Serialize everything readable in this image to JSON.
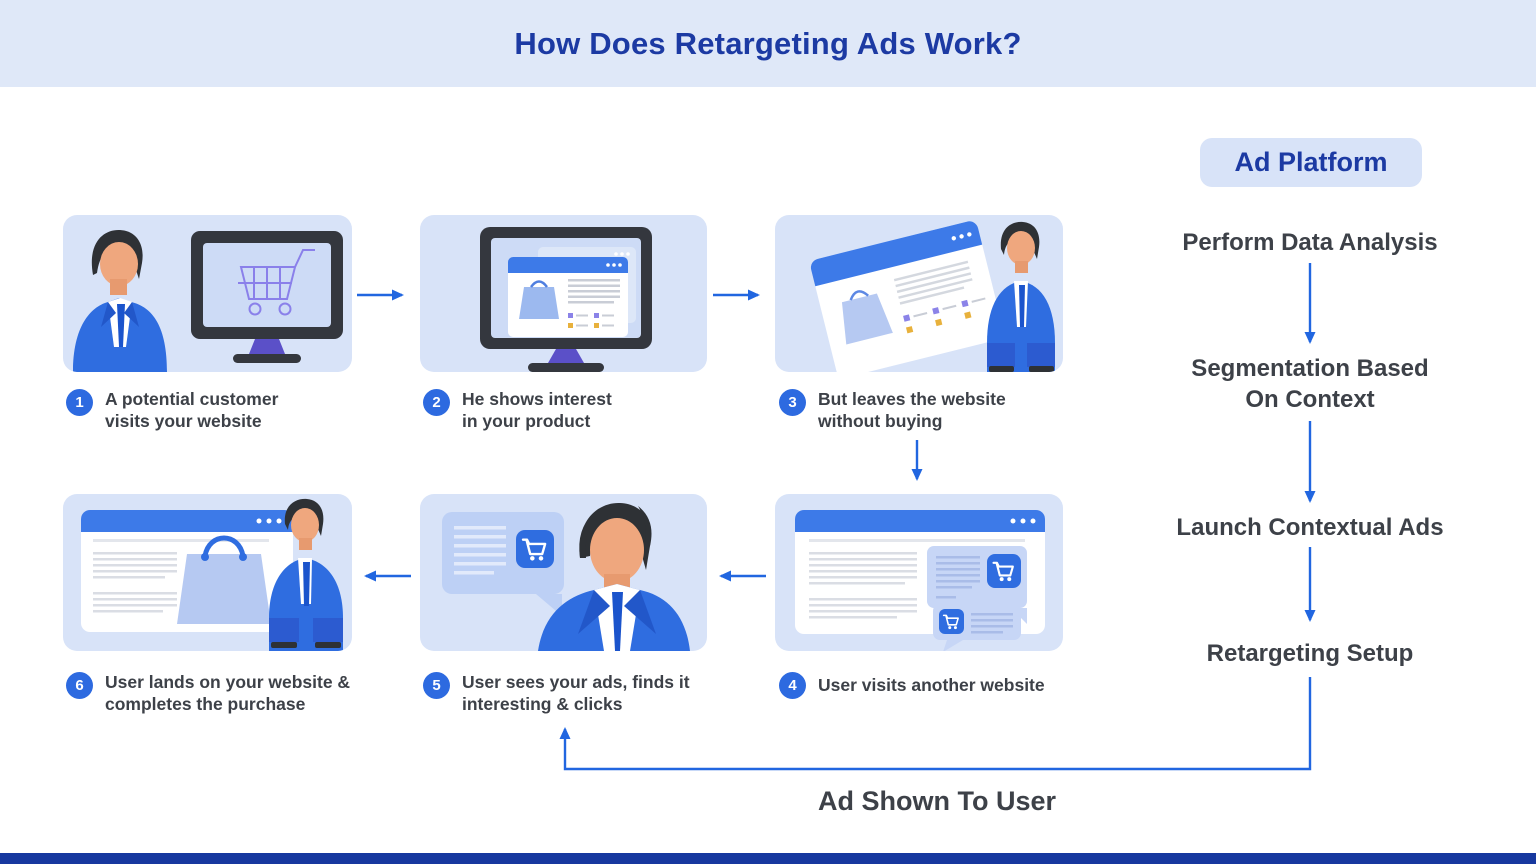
{
  "header": {
    "title": "How Does Retargeting Ads Work?"
  },
  "steps": [
    {
      "num": "1",
      "label": "A potential customer\nvisits your website"
    },
    {
      "num": "2",
      "label": "He shows interest\nin your product"
    },
    {
      "num": "3",
      "label": "But leaves the website\nwithout buying"
    },
    {
      "num": "4",
      "label": "User visits another website"
    },
    {
      "num": "5",
      "label": "User sees your ads, finds it\ninteresting & clicks"
    },
    {
      "num": "6",
      "label": "User lands on your website &\ncompletes the purchase"
    }
  ],
  "ad_platform": {
    "label": "Ad Platform",
    "flow": [
      "Perform Data Analysis",
      "Segmentation Based\nOn Context",
      "Launch Contextual Ads",
      "Retargeting Setup"
    ]
  },
  "footer": {
    "ad_shown_label": "Ad Shown To User"
  },
  "icons": [
    "shopping-cart-icon",
    "shopping-bag-icon",
    "browser-window-icon",
    "monitor-icon",
    "person-icon",
    "ad-popup-icon",
    "arrow-icon"
  ],
  "colors": {
    "header_band": "#dfe8f8",
    "title_blue": "#1c3aa3",
    "card_bg": "#d8e3f8",
    "accent_arrow": "#2166e0",
    "badge_blue": "#2d6ae0",
    "text_dark": "#3d4148",
    "bottom_bar": "#17389f",
    "browser_header": "#3d7ae8",
    "suit_blue": "#2f6de0",
    "stand_purple": "#5b50c8",
    "cart_purple": "#8a80ea",
    "bag_blue": "#a9c3ef"
  }
}
